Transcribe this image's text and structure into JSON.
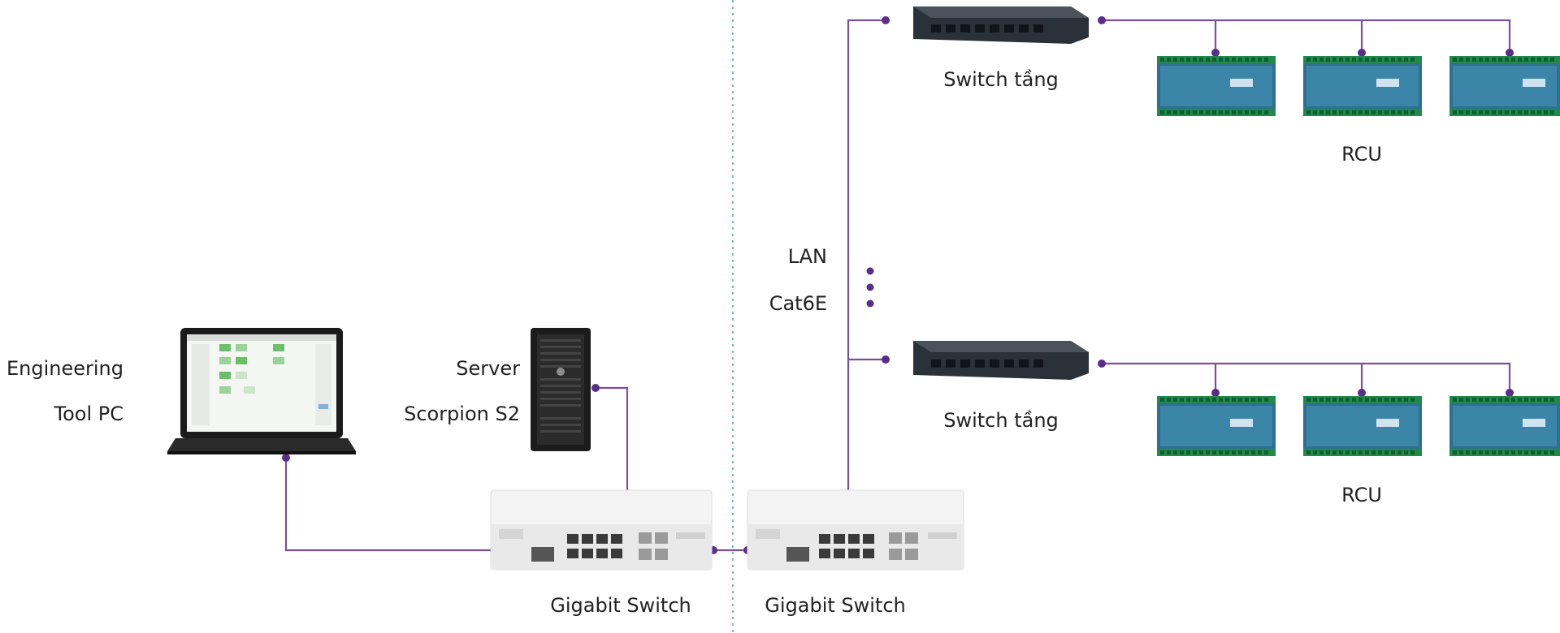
{
  "colors": {
    "wire": "#7a4f9a",
    "node": "#5b2c8a",
    "divider": "#7fb9c4",
    "rcu_body": "#2f6f8f",
    "rcu_terminal": "#1f8a4a",
    "switch_small": "#2b3138",
    "switch_gigabit": "#f3f3f3"
  },
  "labels": {
    "engineering_pc": [
      "Engineering",
      "Tool PC"
    ],
    "server": [
      "Server",
      "Scorpion S2"
    ],
    "gigabit_switch_left": "Gigabit Switch",
    "gigabit_switch_right": "Gigabit Switch",
    "lan": [
      "LAN",
      "Cat6E"
    ],
    "floor_switch_top": "Switch tầng",
    "floor_switch_bottom": "Switch tầng",
    "rcu_top": "RCU",
    "rcu_bottom": "RCU"
  },
  "icons": {
    "laptop": "laptop-icon",
    "server": "server-tower-icon",
    "gigabit_switch": "rack-switch-icon",
    "floor_switch": "desktop-switch-icon",
    "rcu": "controller-board-icon"
  }
}
